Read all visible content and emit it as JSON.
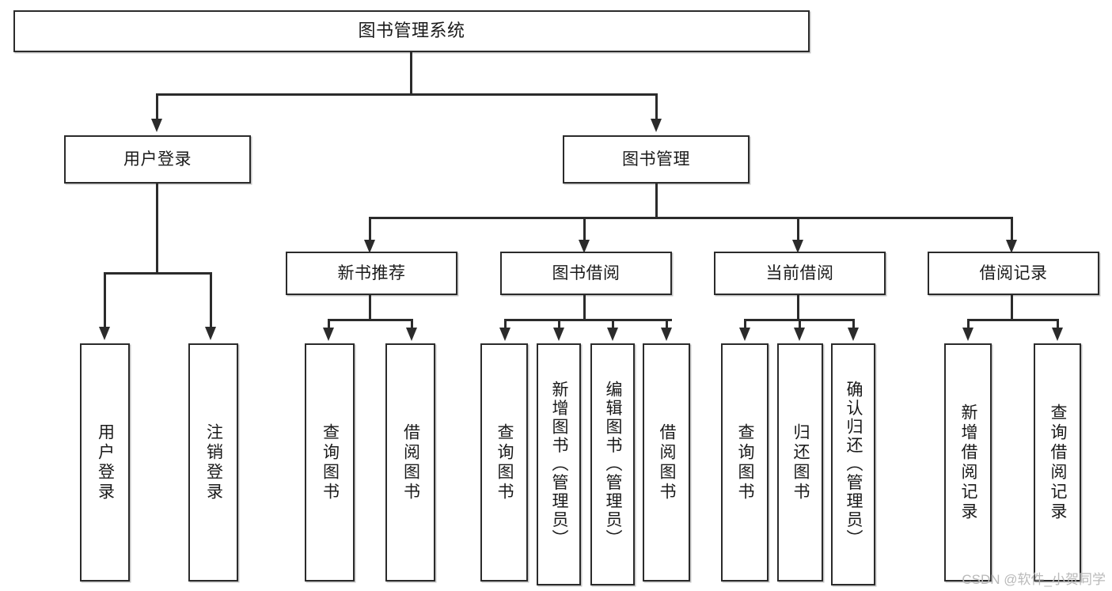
{
  "diagram": {
    "title": "图书管理系统",
    "type": "tree-hierarchy-diagram",
    "root": {
      "label": "图书管理系统"
    },
    "level2": [
      {
        "label": "用户登录"
      },
      {
        "label": "图书管理"
      }
    ],
    "level3": [
      {
        "label": "新书推荐"
      },
      {
        "label": "图书借阅"
      },
      {
        "label": "当前借阅"
      },
      {
        "label": "借阅记录"
      }
    ],
    "leaves": {
      "user_login": [
        {
          "label": "用户登录"
        },
        {
          "label": "注销登录"
        }
      ],
      "new_book_recommend": [
        {
          "label": "查询图书"
        },
        {
          "label": "借阅图书"
        }
      ],
      "book_borrow": [
        {
          "label": "查询图书"
        },
        {
          "label": "新增图书（管理员）"
        },
        {
          "label": "编辑图书（管理员）"
        },
        {
          "label": "借阅图书"
        }
      ],
      "current_borrow": [
        {
          "label": "查询图书"
        },
        {
          "label": "归还图书"
        },
        {
          "label": "确认归还（管理员）"
        }
      ],
      "borrow_record": [
        {
          "label": "新增借阅记录"
        },
        {
          "label": "查询借阅记录"
        }
      ]
    }
  },
  "watermark": {
    "text": "CSDN @软件_小贺同学"
  },
  "colors": {
    "background": "#ffffff",
    "border": "#2b2b2b",
    "text": "#1a1a1a",
    "connector": "#2b2b2b",
    "watermark": "#b9b9b9"
  }
}
